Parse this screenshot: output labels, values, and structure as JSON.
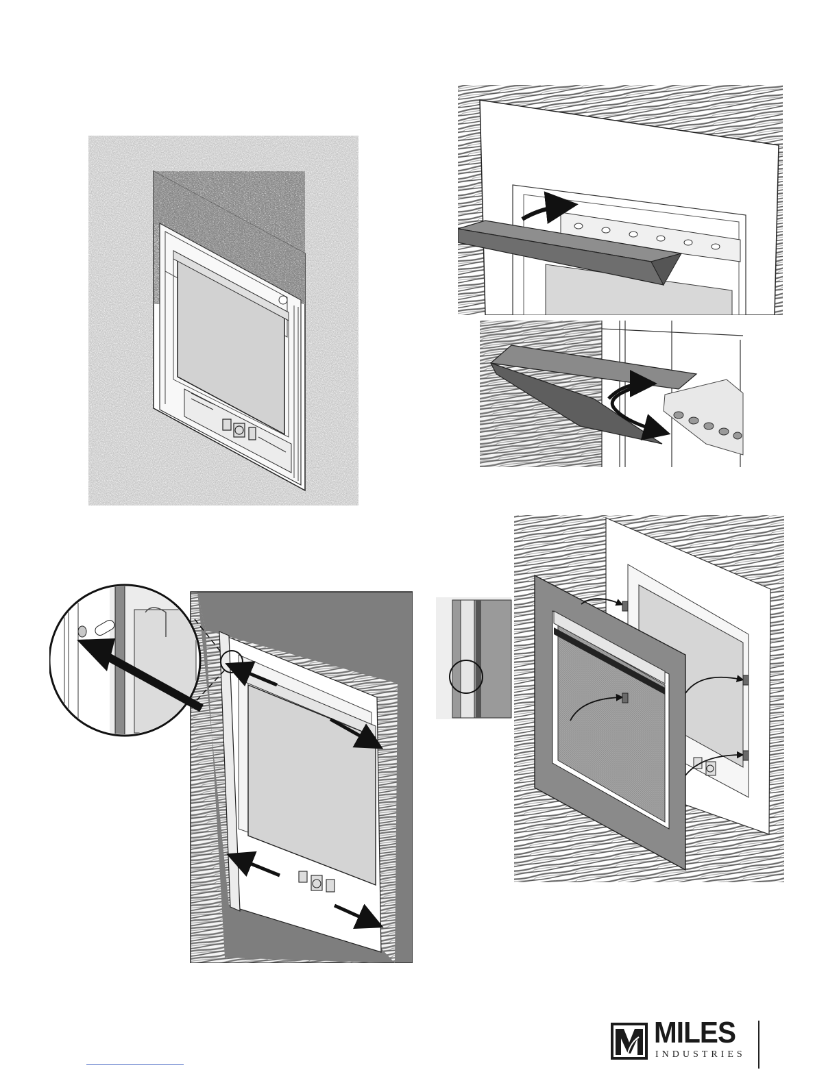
{
  "figures": [
    {
      "id": "fig1",
      "icon": "fireplace-insert-icon"
    },
    {
      "id": "fig2",
      "icon": "hood-install-icon"
    },
    {
      "id": "fig3",
      "icon": "hood-detail-icon"
    },
    {
      "id": "fig4",
      "icon": "surround-pin-icon"
    },
    {
      "id": "fig5",
      "icon": "surround-mount-icon"
    }
  ],
  "logo": {
    "brand": "MILES",
    "subtitle": "INDUSTRIES"
  },
  "colors": {
    "panel": "#8a8a8a",
    "dark": "#1e1e1e",
    "glass": "#d4d4d4",
    "stucco": "#bdbdbd"
  }
}
